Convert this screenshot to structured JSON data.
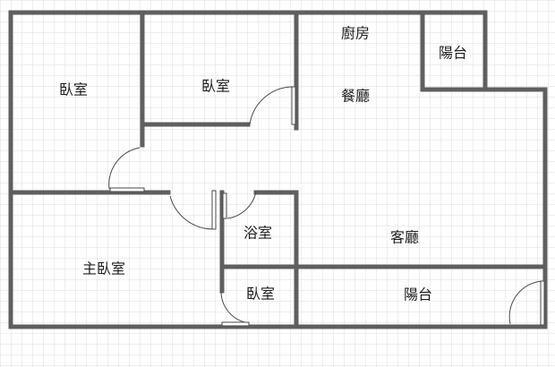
{
  "floorplan": {
    "rooms": [
      {
        "id": "bedroom-nw",
        "label": "臥室"
      },
      {
        "id": "bedroom-north",
        "label": "臥室"
      },
      {
        "id": "kitchen",
        "label": "廚房"
      },
      {
        "id": "balcony-ne",
        "label": "陽台"
      },
      {
        "id": "dining",
        "label": "餐廳"
      },
      {
        "id": "living",
        "label": "客廳"
      },
      {
        "id": "bathroom",
        "label": "浴室"
      },
      {
        "id": "master-bedroom",
        "label": "主臥室"
      },
      {
        "id": "bedroom-small",
        "label": "臥室"
      },
      {
        "id": "balcony-south",
        "label": "陽台"
      }
    ]
  },
  "colors": {
    "wall": "#5f5f5f",
    "grid": "#dcdcdc",
    "label": "#1c1c1c",
    "background": "#ffffff"
  }
}
